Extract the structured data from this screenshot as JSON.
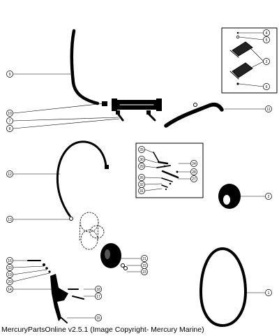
{
  "footer_text": "MercuryPartsOnline v2.5.1 (Image Copyright- Mercury Marine)",
  "callouts": [
    "1",
    "2",
    "3",
    "4",
    "5",
    "6",
    "7",
    "8",
    "9",
    "10",
    "11",
    "12",
    "13",
    "14",
    "15",
    "16",
    "17",
    "18",
    "19",
    "20",
    "21",
    "22",
    "23",
    "24",
    "25",
    "26",
    "27",
    "28",
    "29",
    "30",
    "31",
    "32",
    "33"
  ]
}
